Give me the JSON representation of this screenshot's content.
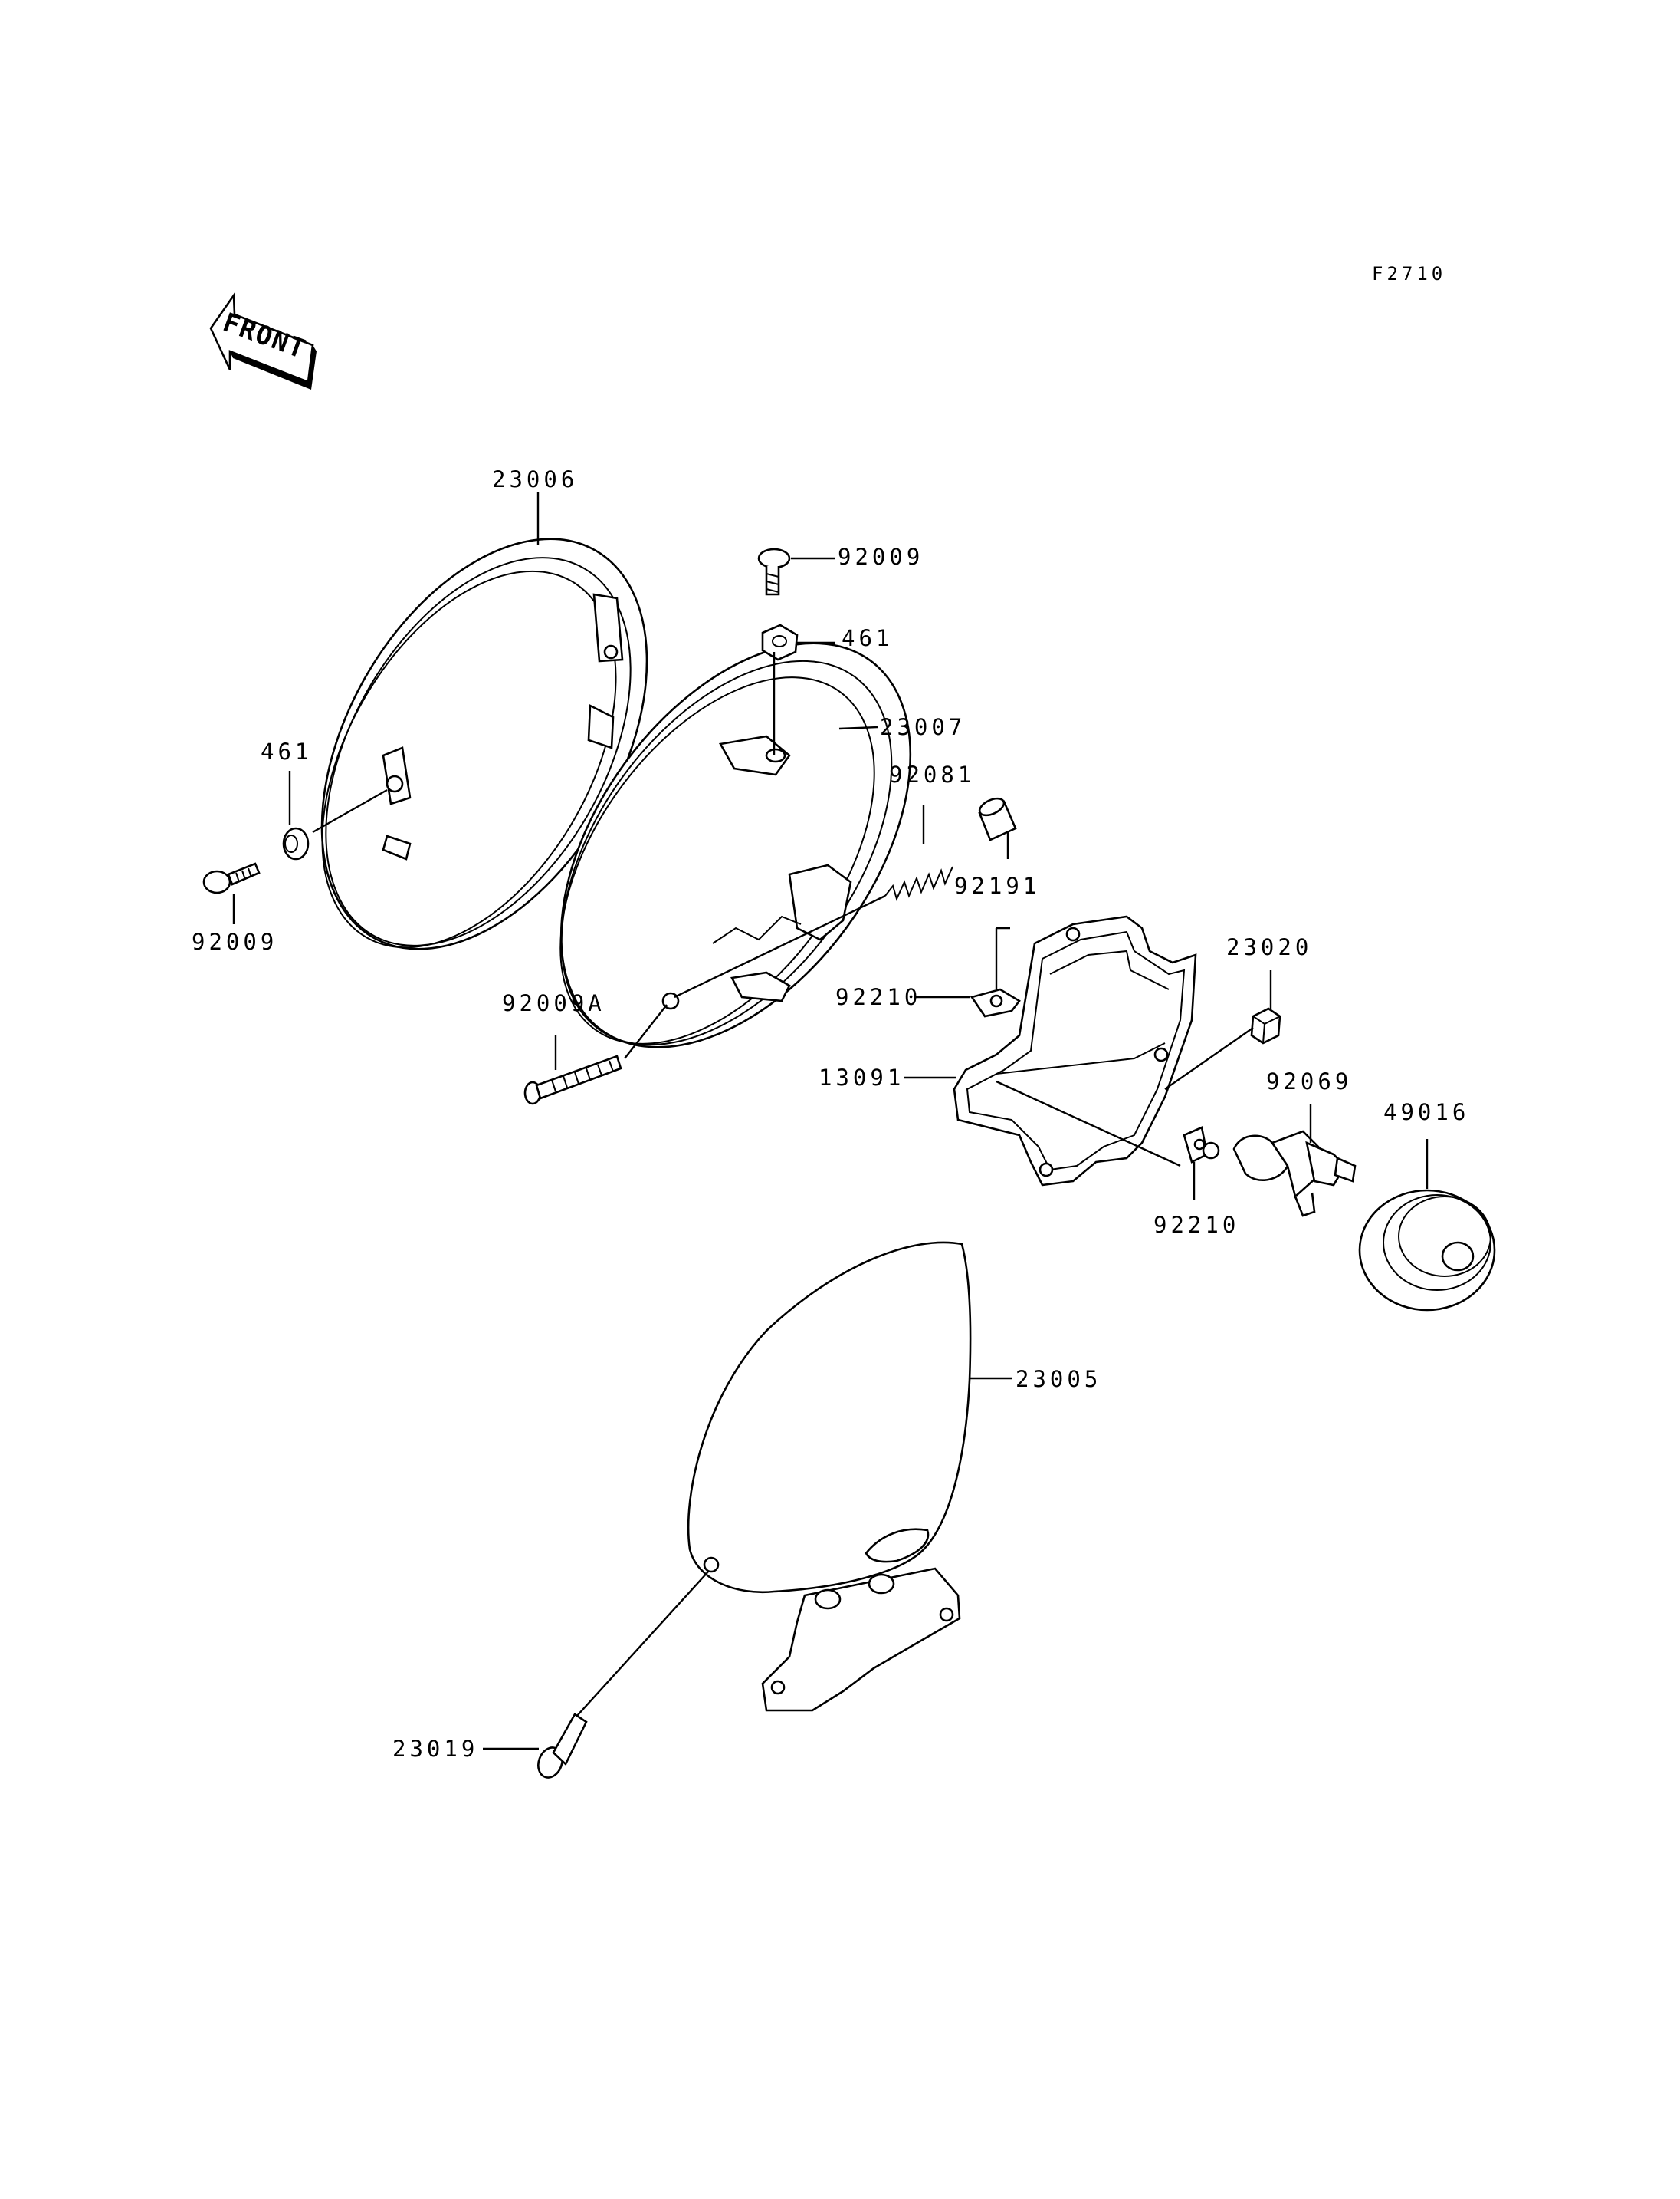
{
  "figure_code": "F2710",
  "front_arrow": {
    "label": "FRONT"
  },
  "parts": [
    {
      "id": "p1",
      "number": "23006"
    },
    {
      "id": "p2",
      "number": "92009"
    },
    {
      "id": "p3",
      "number": "461"
    },
    {
      "id": "p4",
      "number": "23007"
    },
    {
      "id": "p5",
      "number": "461"
    },
    {
      "id": "p6",
      "number": "92009"
    },
    {
      "id": "p7",
      "number": "92081"
    },
    {
      "id": "p8",
      "number": "92191"
    },
    {
      "id": "p9",
      "number": "92009A"
    },
    {
      "id": "p10",
      "number": "92210"
    },
    {
      "id": "p11",
      "number": "23020"
    },
    {
      "id": "p12",
      "number": "13091"
    },
    {
      "id": "p13",
      "number": "92069"
    },
    {
      "id": "p14",
      "number": "49016"
    },
    {
      "id": "p15",
      "number": "92210"
    },
    {
      "id": "p16",
      "number": "23005"
    },
    {
      "id": "p17",
      "number": "23019"
    }
  ]
}
